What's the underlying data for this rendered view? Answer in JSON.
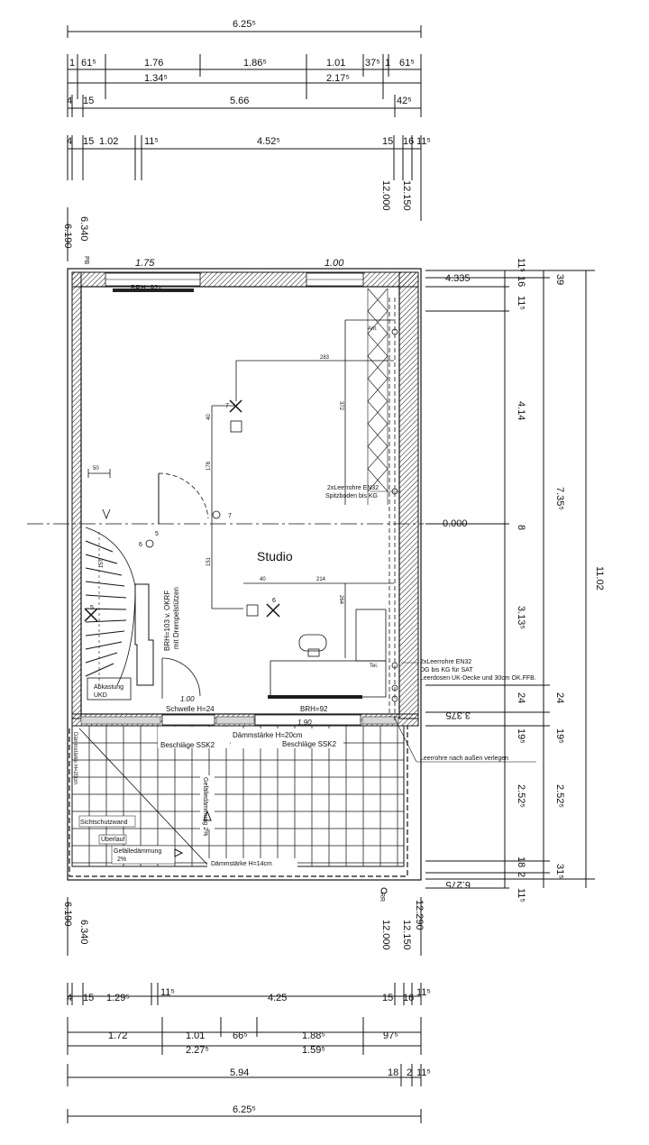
{
  "top_dims": {
    "overall": "6.25⁵",
    "row1": [
      "1",
      "61⁵",
      "1.76",
      "1.86⁵",
      "1.01",
      "37⁵",
      "1",
      "61⁵"
    ],
    "row1_sub": [
      "1.34⁵",
      "2.17⁵"
    ],
    "row2": [
      "4",
      "15",
      "5.66",
      "42⁵"
    ],
    "row3": [
      "4",
      "15",
      "1.02",
      "11⁵",
      "4.52⁵",
      "15",
      "16",
      "11⁵"
    ],
    "levels": [
      "6.340",
      "6.190",
      "12.000",
      "12.150"
    ]
  },
  "bottom_dims": {
    "levels": [
      "6.190",
      "6.340",
      "12.000",
      "12.150",
      "12.290"
    ],
    "row1": [
      "4",
      "15",
      "1.29⁵",
      "11⁵",
      "4.25",
      "15",
      "16",
      "11⁵"
    ],
    "row2": [
      "1.72",
      "1.01",
      "66⁵",
      "1.88⁵",
      "97⁵"
    ],
    "row2_sub": [
      "2.27⁵",
      "1.59⁵"
    ],
    "row3": [
      "5.94",
      "18",
      "2",
      "11⁵"
    ],
    "overall": "6.25⁵"
  },
  "right_dims": {
    "level_top": "4.335",
    "level_zero": "0.000",
    "level_mid": "3.375",
    "level_bot": "6.275",
    "col1": [
      "11⁵",
      "16",
      "11⁵",
      "4.14",
      "8",
      "3.13⁵",
      "24",
      "19⁵",
      "2.52⁵",
      "18",
      "2",
      "11⁵"
    ],
    "col2": [
      "39",
      "7.35⁵",
      "24",
      "19⁵",
      "2.52⁵",
      "31⁵"
    ],
    "overall": "11.02"
  },
  "labels": {
    "room": "Studio",
    "brh_top": "BRH=92⁵",
    "win_top_left": "1.75",
    "win_top_right": "1.00",
    "brh_bottom": "BRH=92",
    "win_bottom_left": "1.00",
    "win_bottom_right": "1.90",
    "schwelle": "Schwelle H=24",
    "daemm20": "Dämmstärke H=20cm",
    "daemm14": "Dämmstärke H=14cm",
    "beschlaege_left": "Beschläge SSK2",
    "beschlaege_right": "Beschläge SSK2",
    "gefaelle_vertical": "Gefälledämmung 2%",
    "gefaelle_low": "Gefälledämmung",
    "gefaelle_pct": "2%",
    "sichtschutz": "Sichtschutzwand",
    "ueberlauf": "Überlauf",
    "daemm20_vertical": "Dämmstärke H=20cm",
    "abkastung": "Abkastung",
    "ukd": "UKD",
    "brh_stair": "BRH=103 v. OKRF",
    "drempel": "mit Drempelstützen",
    "note_en32_top_1": "2xLeerrohre EN32",
    "note_en32_top_2": "Spitzboden bis KG",
    "note_right_1": "2xLeerrohre EN32",
    "note_right_2": "DG bis KG für SAT",
    "note_right_3": "Leerdosen UK-Decke und 30cm OK.FFB.",
    "note_outside": "Leerrohre nach außen verlegen",
    "tel": "Tel.",
    "ant": "Ant.",
    "pb": "PB",
    "rr": "RR",
    "d283": "283",
    "d372": "372",
    "d40a": "40",
    "d178": "178",
    "d50": "50",
    "d157": "157",
    "d151": "151",
    "d40b": "40",
    "d214": "214",
    "d264": "264",
    "n7a": "7",
    "n7b": "7",
    "n5a": "5",
    "n6a": "6",
    "n5b": "5",
    "n6b": "6"
  }
}
